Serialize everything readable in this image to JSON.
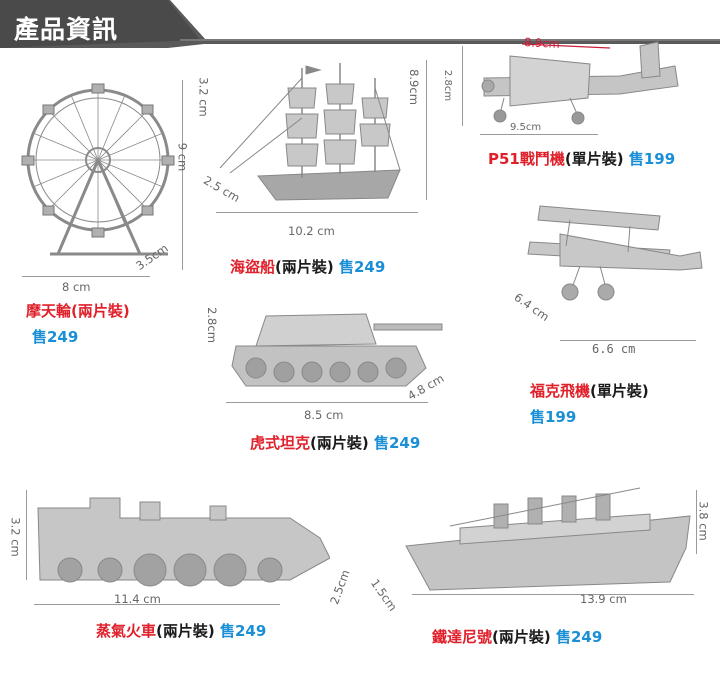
{
  "header": {
    "title": "產品資訊"
  },
  "products": {
    "ferris_wheel": {
      "name": "摩天輪",
      "pieces": "(兩片裝)",
      "price": "售249",
      "dims": {
        "width": "8 cm",
        "height": "9 cm",
        "depth": "3.5cm"
      }
    },
    "pirate_ship": {
      "name": "海盜船",
      "pieces": "(兩片裝)",
      "price": "售249",
      "dims": {
        "length": "10.2 cm",
        "height": "8.9cm",
        "depth": "2.5 cm",
        "mast": "3.2 cm"
      }
    },
    "p51": {
      "name": "P51戰鬥機",
      "pieces": "(單片裝)",
      "price": "售199",
      "dims": {
        "wingspan": "8.9cm",
        "length": "9.5cm",
        "height": "2.8cm"
      }
    },
    "fokker": {
      "name": "福克飛機",
      "pieces": "(單片裝)",
      "price": "售199",
      "dims": {
        "wingspan": "6.6 cm",
        "length": "6.4 cm"
      }
    },
    "tiger_tank": {
      "name": "虎式坦克",
      "pieces": "(兩片裝)",
      "price": "售249",
      "dims": {
        "length": "8.5 cm",
        "height": "2.8cm",
        "width": "4.8 cm"
      }
    },
    "locomotive": {
      "name": "蒸氣火車",
      "pieces": "(兩片裝)",
      "price": "售249",
      "dims": {
        "length": "11.4 cm",
        "height": "3.2 cm",
        "width": "2.5cm"
      }
    },
    "titanic": {
      "name": "鐵達尼號",
      "pieces": "(兩片裝)",
      "price": "售249",
      "dims": {
        "length": "13.9 cm",
        "height": "3.8 cm",
        "width": "1.5cm"
      }
    }
  }
}
